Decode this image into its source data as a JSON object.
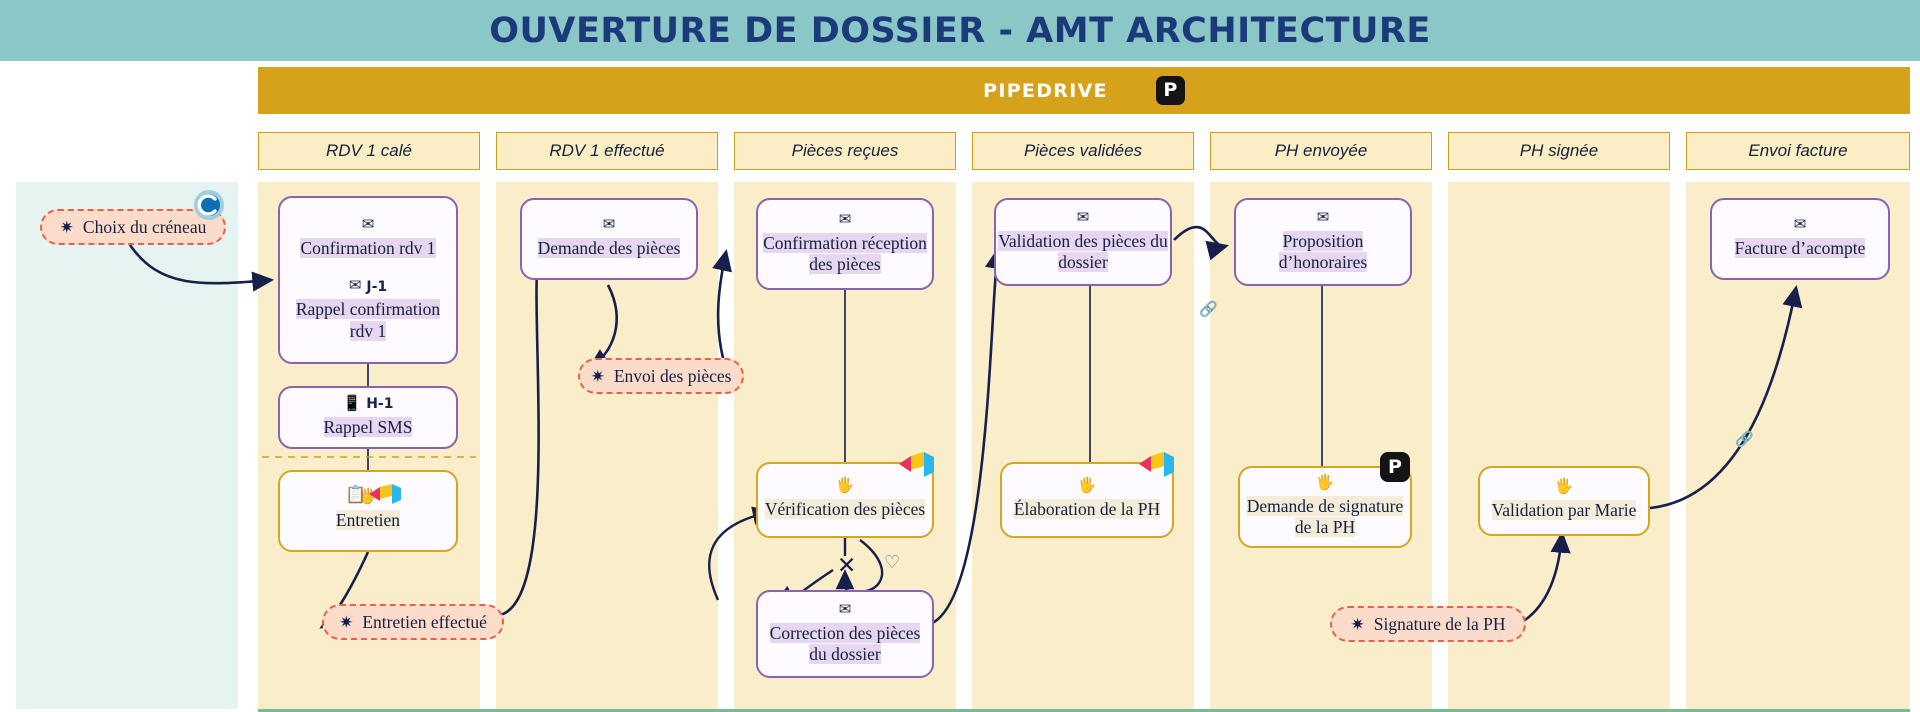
{
  "header": {
    "title": "OUVERTURE DE DOSSIER - AMT ARCHITECTURE",
    "title_bg": "#8cc7c7",
    "title_color": "#1b3a7a"
  },
  "banner": {
    "label": "PIPEDRIVE",
    "logo_letter": "P",
    "bg": "#d7a21b"
  },
  "colors": {
    "stage_header_bg": "#fbeec4",
    "stage_header_border": "#cf9e1e",
    "stage_body_bg": "#faeeca",
    "client_lane_bg": "#e6f4f1",
    "message_task_border": "#8a63b0",
    "manual_task_border": "#d5a626",
    "event_bg": "#fbdccb",
    "event_border": "#e4624a",
    "connector": "#16204a",
    "footer_rule": "#7cb896"
  },
  "stages": [
    {
      "id": "rdv1-cale",
      "label": "RDV 1 calé"
    },
    {
      "id": "rdv1-effectue",
      "label": "RDV 1 effectué"
    },
    {
      "id": "pieces-recues",
      "label": "Pièces reçues"
    },
    {
      "id": "pieces-validees",
      "label": "Pièces validées"
    },
    {
      "id": "ph-envoyee",
      "label": "PH envoyée"
    },
    {
      "id": "ph-signee",
      "label": "PH signée"
    },
    {
      "id": "envoi-facture",
      "label": "Envoi facture"
    }
  ],
  "tasks": [
    {
      "id": "confirmation-rdv-1",
      "label": "Confirmation rdv 1",
      "type": "message",
      "icon": "envelope-icon",
      "tag": ""
    },
    {
      "id": "rappel-confirmation-rdv-1",
      "label": "Rappel confirmation rdv 1",
      "type": "message",
      "icon": "envelope-icon",
      "tag": "J-1"
    },
    {
      "id": "rappel-sms",
      "label": "Rappel SMS",
      "type": "message",
      "icon": "mobile-phone-icon",
      "tag": "H-1"
    },
    {
      "id": "entretien",
      "label": "Entretien",
      "type": "manual",
      "icon": "hand-icon",
      "tag": ""
    },
    {
      "id": "demande-des-pieces",
      "label": "Demande des pièces",
      "type": "message",
      "icon": "envelope-icon",
      "tag": ""
    },
    {
      "id": "confirmation-reception",
      "label": "Confirmation réception des pièces",
      "type": "message",
      "icon": "envelope-icon",
      "tag": ""
    },
    {
      "id": "verification-des-pieces",
      "label": "Vérification des pièces",
      "type": "manual",
      "icon": "hand-icon",
      "tag": ""
    },
    {
      "id": "correction-des-pieces",
      "label": "Correction des pièces du dossier",
      "type": "message",
      "icon": "envelope-icon",
      "tag": ""
    },
    {
      "id": "validation-des-pieces",
      "label": "Validation des pièces du dossier",
      "type": "message",
      "icon": "envelope-icon",
      "tag": ""
    },
    {
      "id": "elaboration-de-la-ph",
      "label": "Élaboration de la PH",
      "type": "manual",
      "icon": "hand-icon",
      "tag": ""
    },
    {
      "id": "proposition-honoraires",
      "label": "Proposition d’honoraires",
      "type": "message",
      "icon": "envelope-icon",
      "tag": ""
    },
    {
      "id": "demande-signature-ph",
      "label": "Demande de signature de la PH",
      "type": "manual",
      "icon": "hand-icon",
      "tag": ""
    },
    {
      "id": "validation-par-marie",
      "label": "Validation par Marie",
      "type": "manual",
      "icon": "hand-icon",
      "tag": ""
    },
    {
      "id": "facture-acompte",
      "label": "Facture d’acompte",
      "type": "message",
      "icon": "envelope-icon",
      "tag": ""
    }
  ],
  "events": [
    {
      "id": "choix-du-creneau",
      "label": "Choix du créneau",
      "icon": "starburst-icon"
    },
    {
      "id": "entretien-effectue",
      "label": "Entretien effectué",
      "icon": "starburst-icon"
    },
    {
      "id": "envoi-des-pieces",
      "label": "Envoi des pièces",
      "icon": "starburst-icon"
    },
    {
      "id": "signature-de-la-ph",
      "label": "Signature de la PH",
      "icon": "starburst-icon"
    }
  ],
  "gateway": {
    "id": "verification-gateway",
    "symbol": "✕",
    "type": "exclusive"
  },
  "integration_badges": [
    {
      "id": "calendly-badge",
      "icon": "calendly-icon",
      "near": "choix-du-creneau"
    },
    {
      "id": "pipedrive-badge",
      "icon": "pipedrive-icon",
      "letter": "P",
      "near": "demande-signature-ph"
    }
  ]
}
